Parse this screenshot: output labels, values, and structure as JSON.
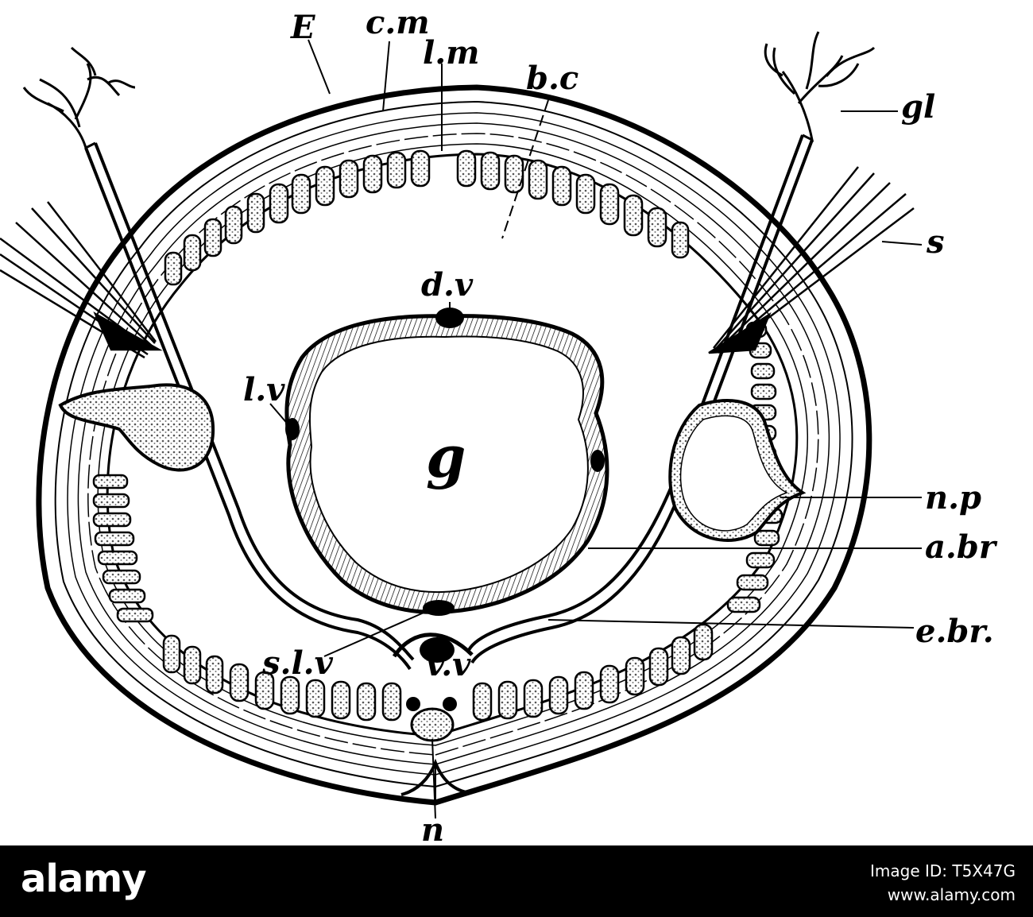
{
  "diagram": {
    "labels": {
      "E": "E",
      "cm": "c.m",
      "lm": "l.m",
      "bc": "b.c",
      "gl": "gl",
      "s": "s",
      "dv": "d.v",
      "lv": "l.v",
      "g": "g",
      "np": "n.p",
      "abr": "a.br",
      "ebr": "e.br.",
      "slv": "s.l.v",
      "vv": "v.v",
      "n": "n"
    }
  },
  "footer": {
    "logo": "alamy",
    "image_id": "Image ID: T5X47G",
    "url": "www.alamy.com"
  },
  "colors": {
    "ink": "#000000",
    "paper": "#ffffff",
    "stipple": "#555555",
    "footer_bg": "#000000"
  }
}
